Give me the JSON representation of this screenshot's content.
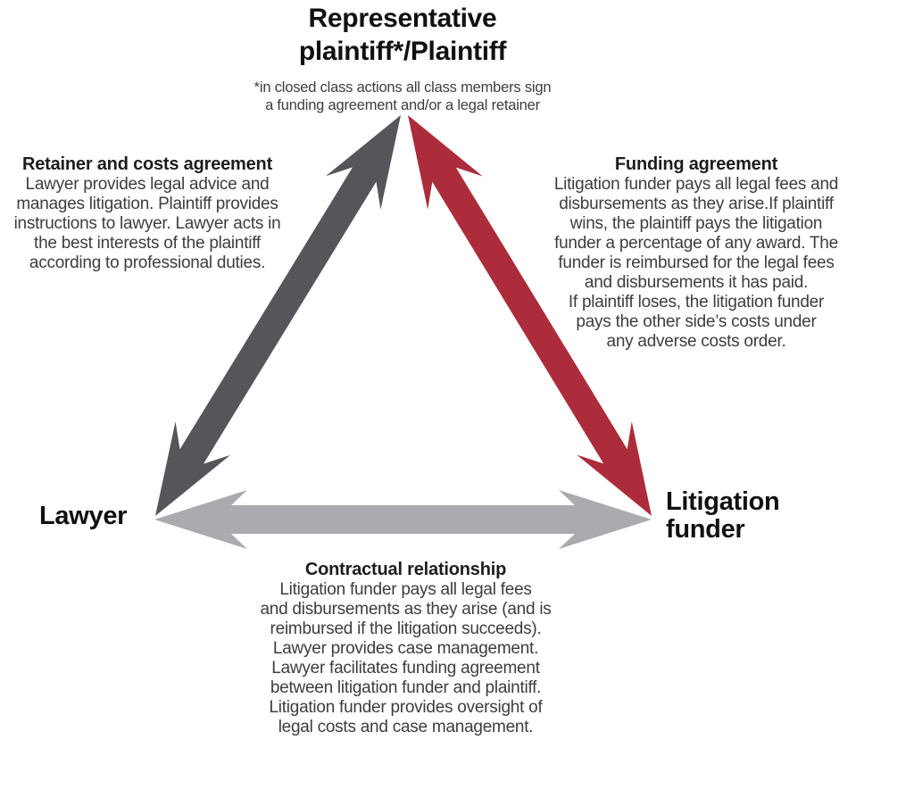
{
  "diagram": {
    "title_lines": [
      "Representative",
      "plaintiff*/Plaintiff"
    ],
    "footnote_lines": [
      "*in closed class actions all class members sign",
      "a funding agreement and/or a legal retainer"
    ],
    "labels": {
      "lawyer": "Lawyer",
      "funder_lines": [
        "Litigation",
        "funder"
      ]
    },
    "blocks": {
      "retainer": {
        "heading": "Retainer and costs agreement",
        "lines": [
          "Lawyer provides legal advice and",
          "manages litigation. Plaintiff provides",
          "instructions to lawyer. Lawyer acts in",
          "the best interests of the plaintiff",
          "according to professional duties."
        ]
      },
      "funding": {
        "heading": "Funding agreement",
        "lines": [
          "Litigation funder pays all legal fees and",
          "disbursements as they arise.If plaintiff",
          "wins, the plaintiff pays the litigation",
          "funder a percentage of any award. The",
          "funder is reimbursed for the legal fees",
          "and disbursements it has paid.",
          "If plaintiff loses, the litigation funder",
          "pays the other side’s costs under",
          "any adverse costs order."
        ]
      },
      "contractual": {
        "heading": "Contractual relationship",
        "lines": [
          "Litigation funder pays all legal fees",
          "and disbursements as they arise (and is",
          "reimbursed if the litigation succeeds).",
          "Lawyer provides case management.",
          "Lawyer facilitates funding agreement",
          "between litigation funder and plaintiff.",
          "Litigation funder provides oversight of",
          "legal costs and case management."
        ]
      }
    },
    "arrows": {
      "lawyer_plaintiff": {
        "label": "lawyer-plaintiff-arrow",
        "color": "#57545a"
      },
      "funder_plaintiff": {
        "label": "funder-plaintiff-arrow",
        "color": "#ac2c3c"
      },
      "lawyer_funder": {
        "label": "lawyer-funder-arrow",
        "color": "#a9abae"
      }
    }
  }
}
